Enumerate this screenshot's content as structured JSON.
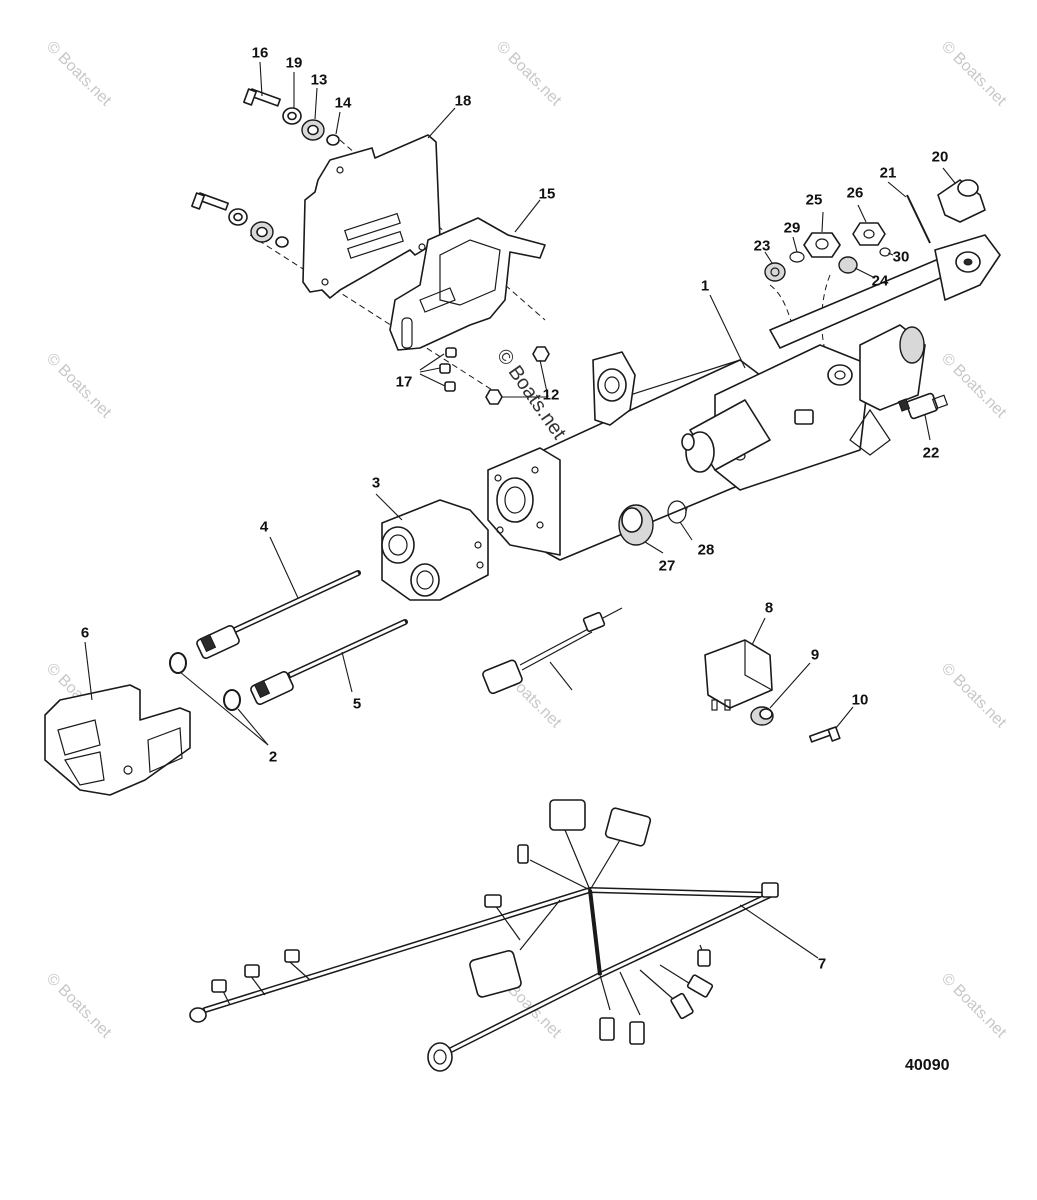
{
  "watermark": "© Boats.net",
  "figure_number": "40090",
  "callouts": {
    "c1": "1",
    "c2": "2",
    "c3": "3",
    "c4": "4",
    "c5": "5",
    "c6": "6",
    "c7": "7",
    "c8": "8",
    "c9": "9",
    "c10": "10",
    "c12": "12",
    "c13": "13",
    "c14": "14",
    "c15": "15",
    "c16": "16",
    "c17": "17",
    "c18": "18",
    "c19": "19",
    "c20": "20",
    "c21": "21",
    "c22": "22",
    "c23": "23",
    "c24": "24",
    "c25": "25",
    "c26": "26",
    "c27": "27",
    "c28": "28",
    "c29": "29",
    "c30": "30"
  }
}
